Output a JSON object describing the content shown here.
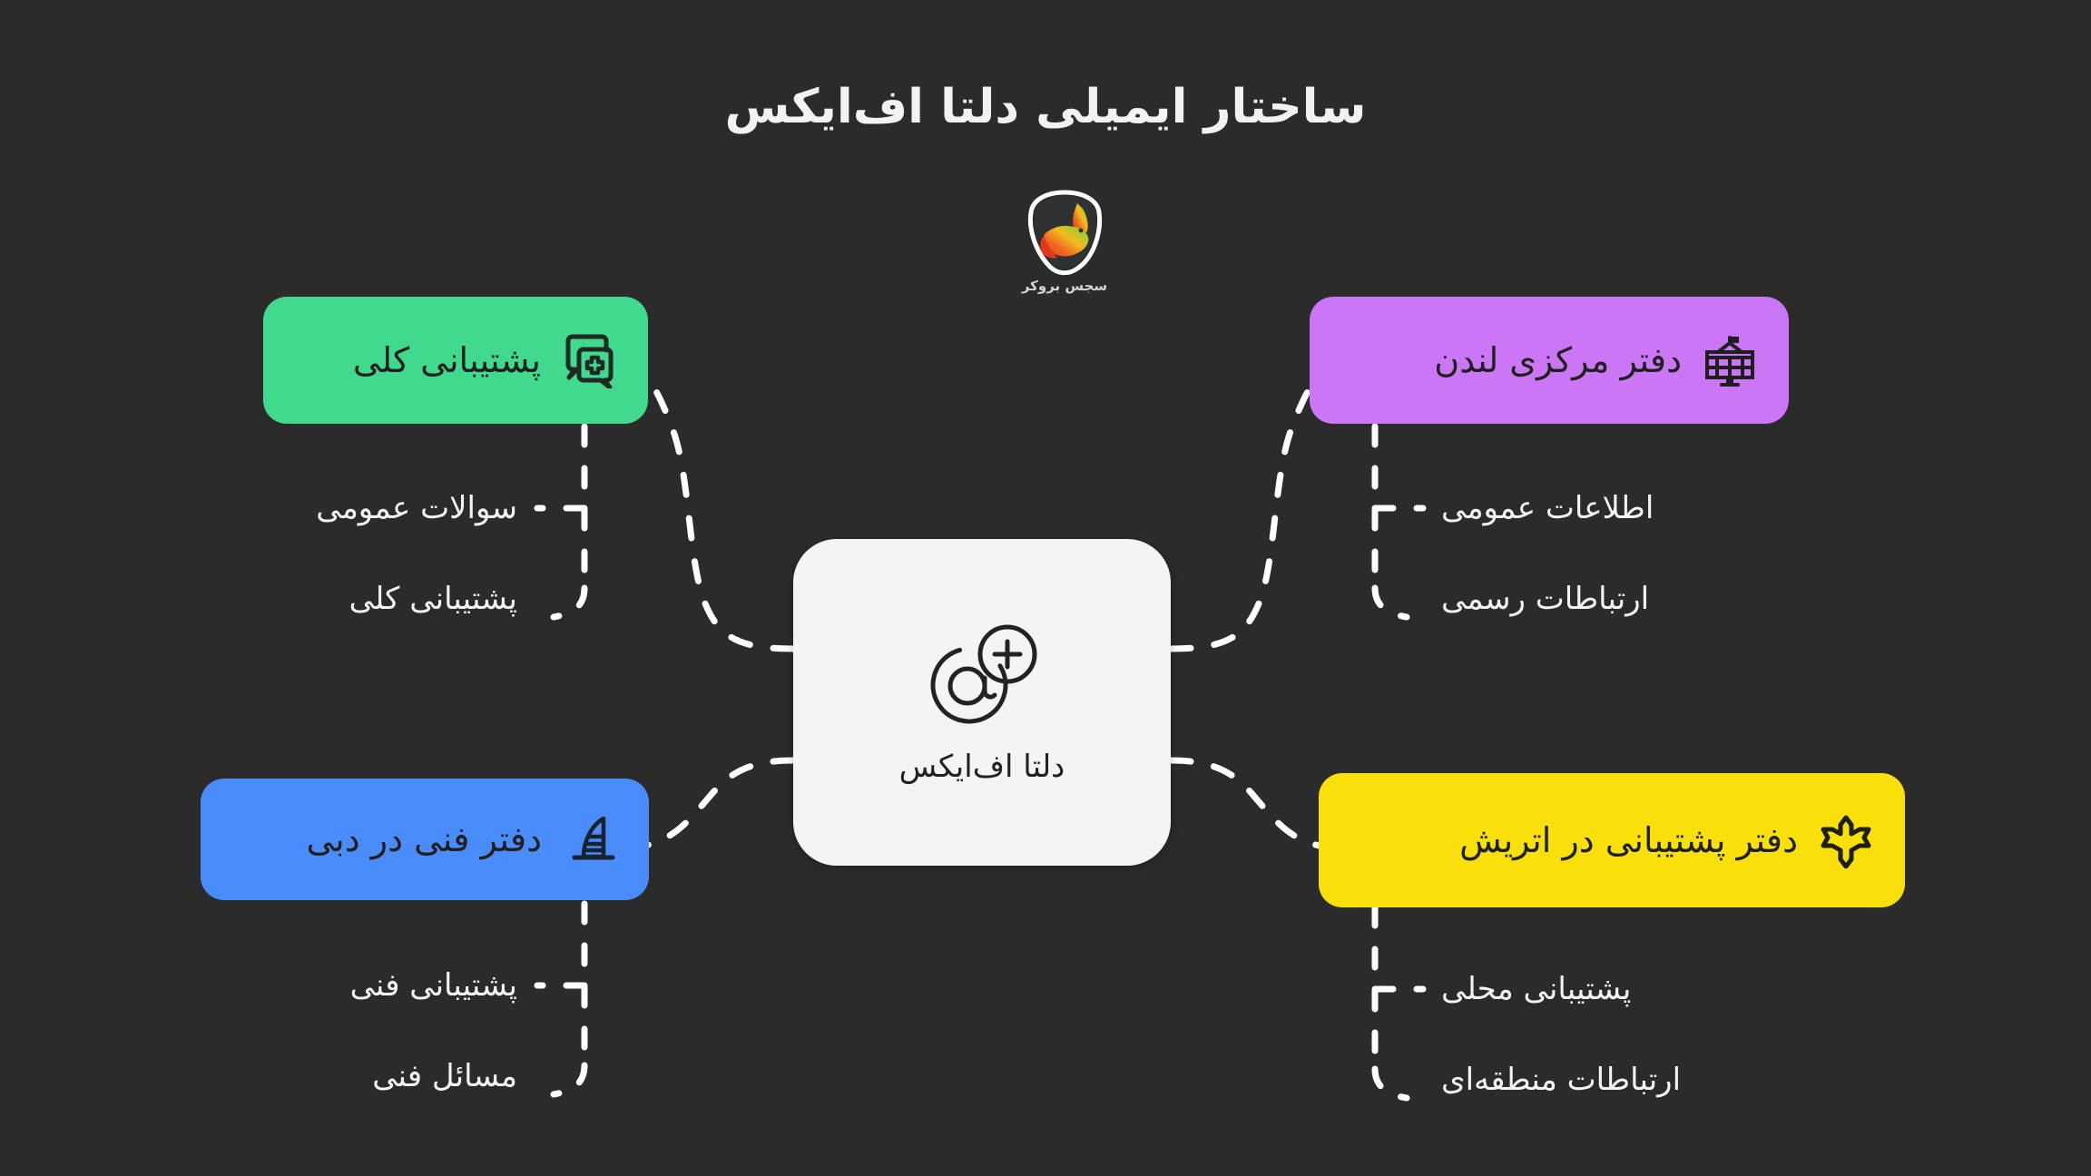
{
  "page": {
    "background_color": "#2b2b2b",
    "title": "ساختار ایمیلی دلتا اف‌ایکس",
    "title_color": "#f2f2f2"
  },
  "brand": {
    "name": "brand-logo",
    "text": "سجس بروکر",
    "colors": {
      "green": "#6fd53a",
      "yellow": "#f0bc1e",
      "orange": "#ef6a1f",
      "red": "#e2371f",
      "outline": "#ffffff",
      "body": "#2f3233"
    }
  },
  "center": {
    "label": "دلتا اف‌ایکس",
    "icon": "email-at-plus-icon",
    "background_color": "#f4f4f4",
    "text_color": "#212121"
  },
  "nodes": [
    {
      "id": "general-support",
      "label": "پشتیبانی کلی",
      "color": "#41d98d",
      "icon": "support-chat-plus-icon",
      "position": "top-left",
      "children": [
        {
          "label": "سوالات عمومی"
        },
        {
          "label": "پشتیبانی کلی"
        }
      ]
    },
    {
      "id": "london-head-office",
      "label": "دفتر مرکزی لندن",
      "color": "#cb76f5",
      "icon": "government-building-icon",
      "position": "top-right",
      "children": [
        {
          "label": "اطلاعات عمومی"
        },
        {
          "label": "ارتباطات رسمی"
        }
      ]
    },
    {
      "id": "dubai-technical-office",
      "label": "دفتر فنی در دبی",
      "color": "#4b8cfb",
      "icon": "burj-al-arab-icon",
      "position": "bottom-left",
      "children": [
        {
          "label": "پشتیبانی فنی"
        },
        {
          "label": "مسائل فنی"
        }
      ]
    },
    {
      "id": "austria-support-office",
      "label": "دفتر پشتیبانی در اتریش",
      "color": "#f9e00b",
      "icon": "asterisk-star-icon",
      "position": "bottom-right",
      "children": [
        {
          "label": "پشتیبانی محلی"
        },
        {
          "label": "ارتباطات منطقه‌ای"
        }
      ]
    }
  ],
  "edges": {
    "style": "dashed",
    "color": "#ffffff",
    "count": 12
  }
}
